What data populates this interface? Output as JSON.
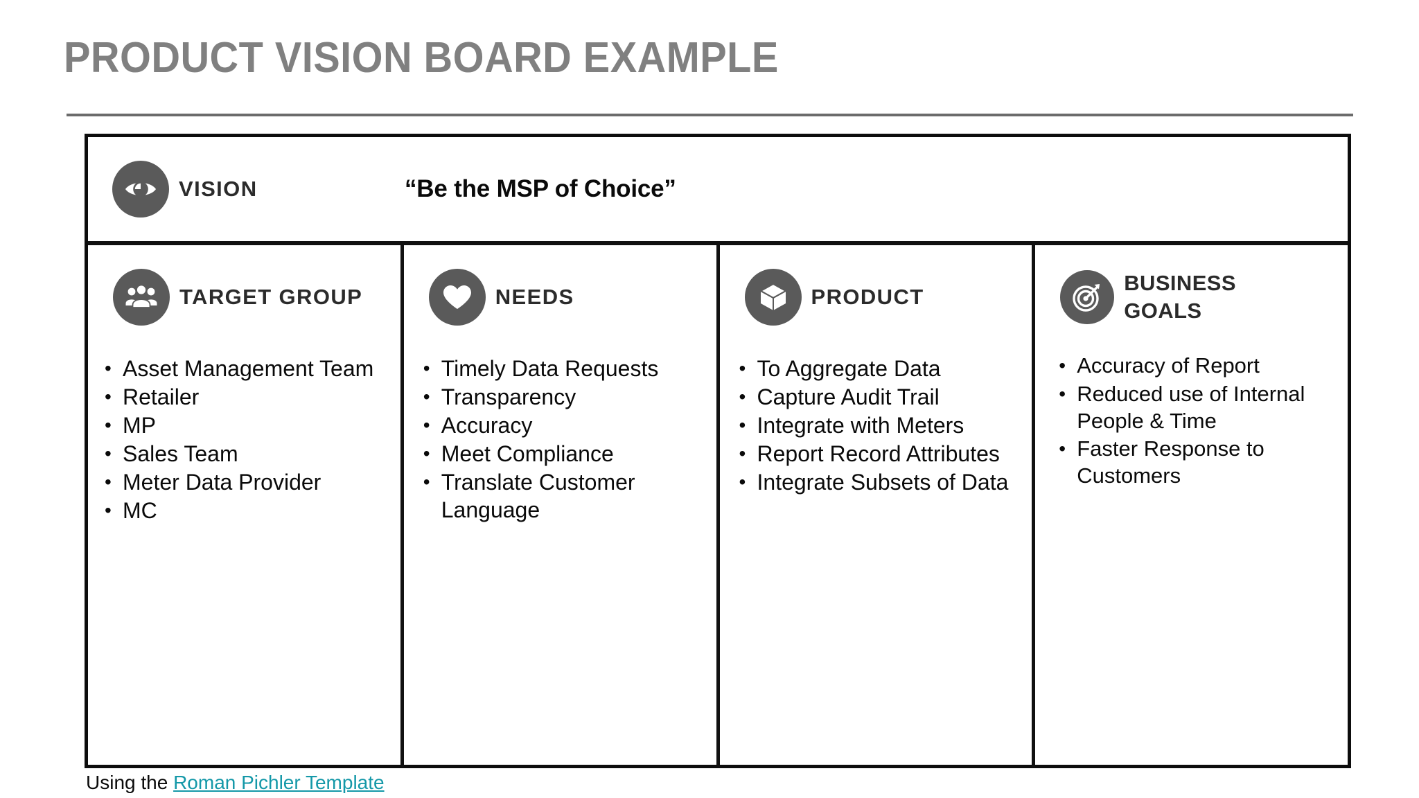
{
  "slide": {
    "title": "PRODUCT VISION BOARD EXAMPLE"
  },
  "board": {
    "vision": {
      "icon": "eye-icon",
      "label": "VISION",
      "statement": "“Be the MSP of Choice”"
    },
    "columns": [
      {
        "key": "target-group",
        "icon": "people-group-icon",
        "label": "TARGET  GROUP",
        "items": [
          "Asset Management Team",
          "Retailer",
          "MP",
          "Sales Team",
          "Meter Data Provider",
          "MC"
        ]
      },
      {
        "key": "needs",
        "icon": "heart-icon",
        "label": "NEEDS",
        "items": [
          "Timely Data Requests",
          "Transparency",
          "Accuracy",
          "Meet Compliance",
          "Translate Customer Language"
        ]
      },
      {
        "key": "product",
        "icon": "cube-box-icon",
        "label": "PRODUCT",
        "items": [
          "To Aggregate Data",
          "Capture Audit Trail",
          "Integrate with Meters",
          "Report Record Attributes",
          "Integrate Subsets of Data"
        ]
      },
      {
        "key": "business-goals",
        "icon": "target-bullseye-icon",
        "label": "BUSINESS\nGOALS",
        "items": [
          "Accuracy of Report",
          "Reduced use of Internal People & Time",
          "Faster Response to Customers"
        ]
      }
    ]
  },
  "footer": {
    "prefix": "Using the ",
    "link_text": "Roman Pichler Template"
  },
  "bullet_glyph": "•",
  "colors": {
    "title_gray": "#808080",
    "rule_gray": "#6b6b6b",
    "border_black": "#0d0d0d",
    "icon_circle_gray": "#5a5a5a",
    "link_teal": "#1498a8",
    "body_text": "#0a0a0a"
  }
}
